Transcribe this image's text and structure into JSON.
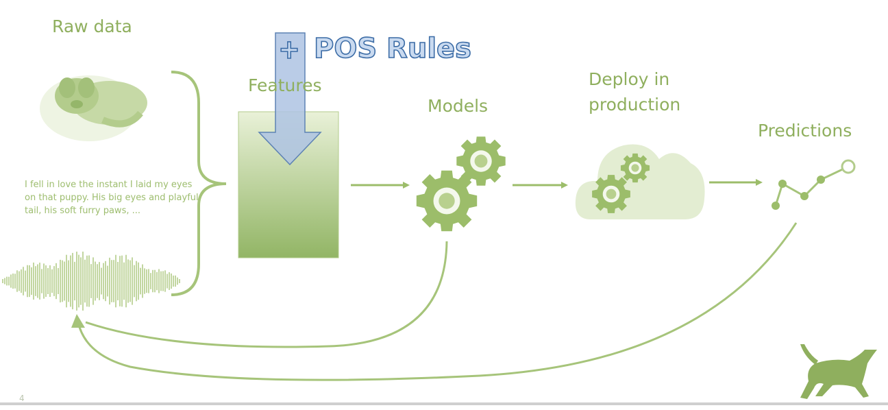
{
  "labels": {
    "raw_data": "Raw data",
    "features": "Features",
    "models": "Models",
    "deploy_line1": "Deploy in",
    "deploy_line2": "production",
    "predictions": "Predictions"
  },
  "sample_text": "I fell in love the instant I laid my eyes on that puppy. His big eyes and playful tail, his soft furry paws, ...",
  "overlay": {
    "plus": "+",
    "title": "POS Rules"
  },
  "slide_number": "4",
  "colors": {
    "green": "#8faf5e",
    "green_light": "#c7d9a8",
    "overlay_blue_fill": "#c9daf0",
    "overlay_blue_stroke": "#3c6ca6"
  },
  "icons": [
    "dog-image-icon",
    "audio-waveform-icon",
    "gears-icon",
    "cloud-icon",
    "line-graph-icon",
    "running-dog-icon"
  ]
}
